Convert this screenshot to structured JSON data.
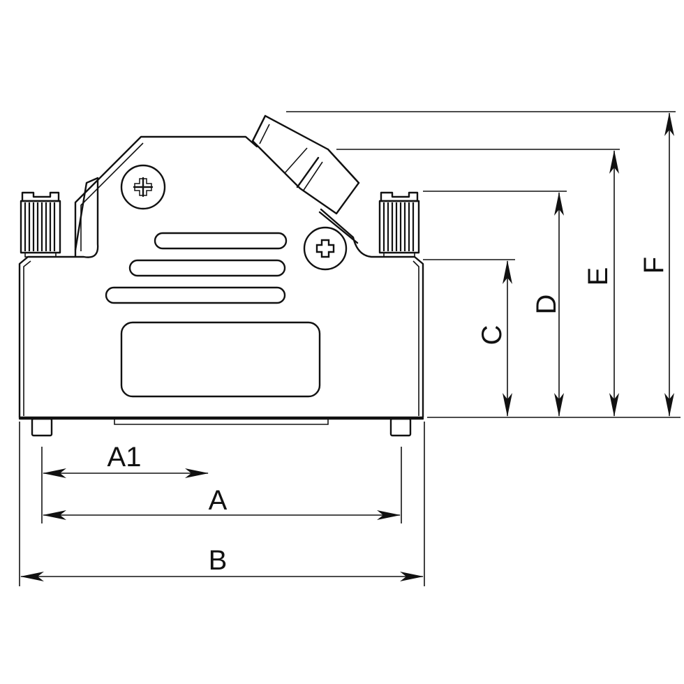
{
  "dimensions": {
    "a1": "A1",
    "a": "A",
    "b": "B",
    "c": "C",
    "d": "D",
    "e": "E",
    "f": "F"
  },
  "colors": {
    "line": "#111111",
    "background": "#ffffff"
  },
  "icons": [
    "screw-head-icon",
    "arrowhead-icon"
  ]
}
